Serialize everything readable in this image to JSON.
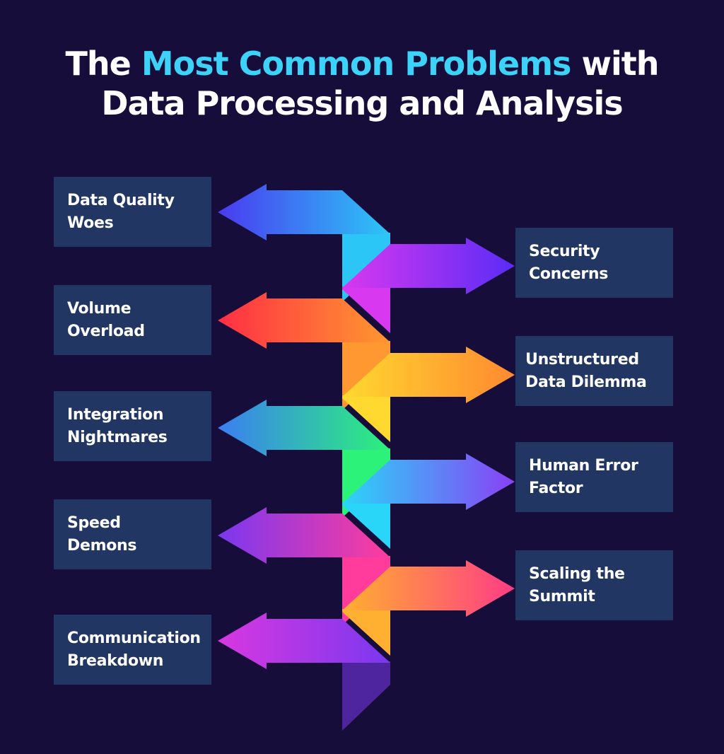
{
  "title": {
    "prefix": "The ",
    "highlight": "Most Common Problems",
    "suffix": " with",
    "line2": "Data Processing and Analysis"
  },
  "colors": {
    "background": "#170d3b",
    "box": "#213662",
    "accent": "#3dd3f8"
  },
  "problems_left": [
    {
      "label": "Data Quality\nWoes",
      "arrow_colors": [
        "#4a3af0",
        "#2cc6f6"
      ]
    },
    {
      "label": "Volume\nOverload",
      "arrow_colors": [
        "#ff2e45",
        "#ff9830"
      ]
    },
    {
      "label": "Integration\nNightmares",
      "arrow_colors": [
        "#3a7ef2",
        "#2cf27a"
      ]
    },
    {
      "label": "Speed\nDemons",
      "arrow_colors": [
        "#7a38f0",
        "#ff3c9c"
      ]
    },
    {
      "label": "Communication\nBreakdown",
      "arrow_colors": [
        "#d838e0",
        "#7a38ef"
      ]
    }
  ],
  "problems_right": [
    {
      "label": "Security\nConcerns",
      "arrow_colors": [
        "#d838f0",
        "#5a2cf5"
      ]
    },
    {
      "label": "Unstructured\nData Dilemma",
      "arrow_colors": [
        "#ffd830",
        "#ff8a30"
      ]
    },
    {
      "label": "Human Error\nFactor",
      "arrow_colors": [
        "#2ad6f8",
        "#8a40f5"
      ]
    },
    {
      "label": "Scaling the\nSummit",
      "arrow_colors": [
        "#ffb030",
        "#ff3c86"
      ]
    }
  ]
}
